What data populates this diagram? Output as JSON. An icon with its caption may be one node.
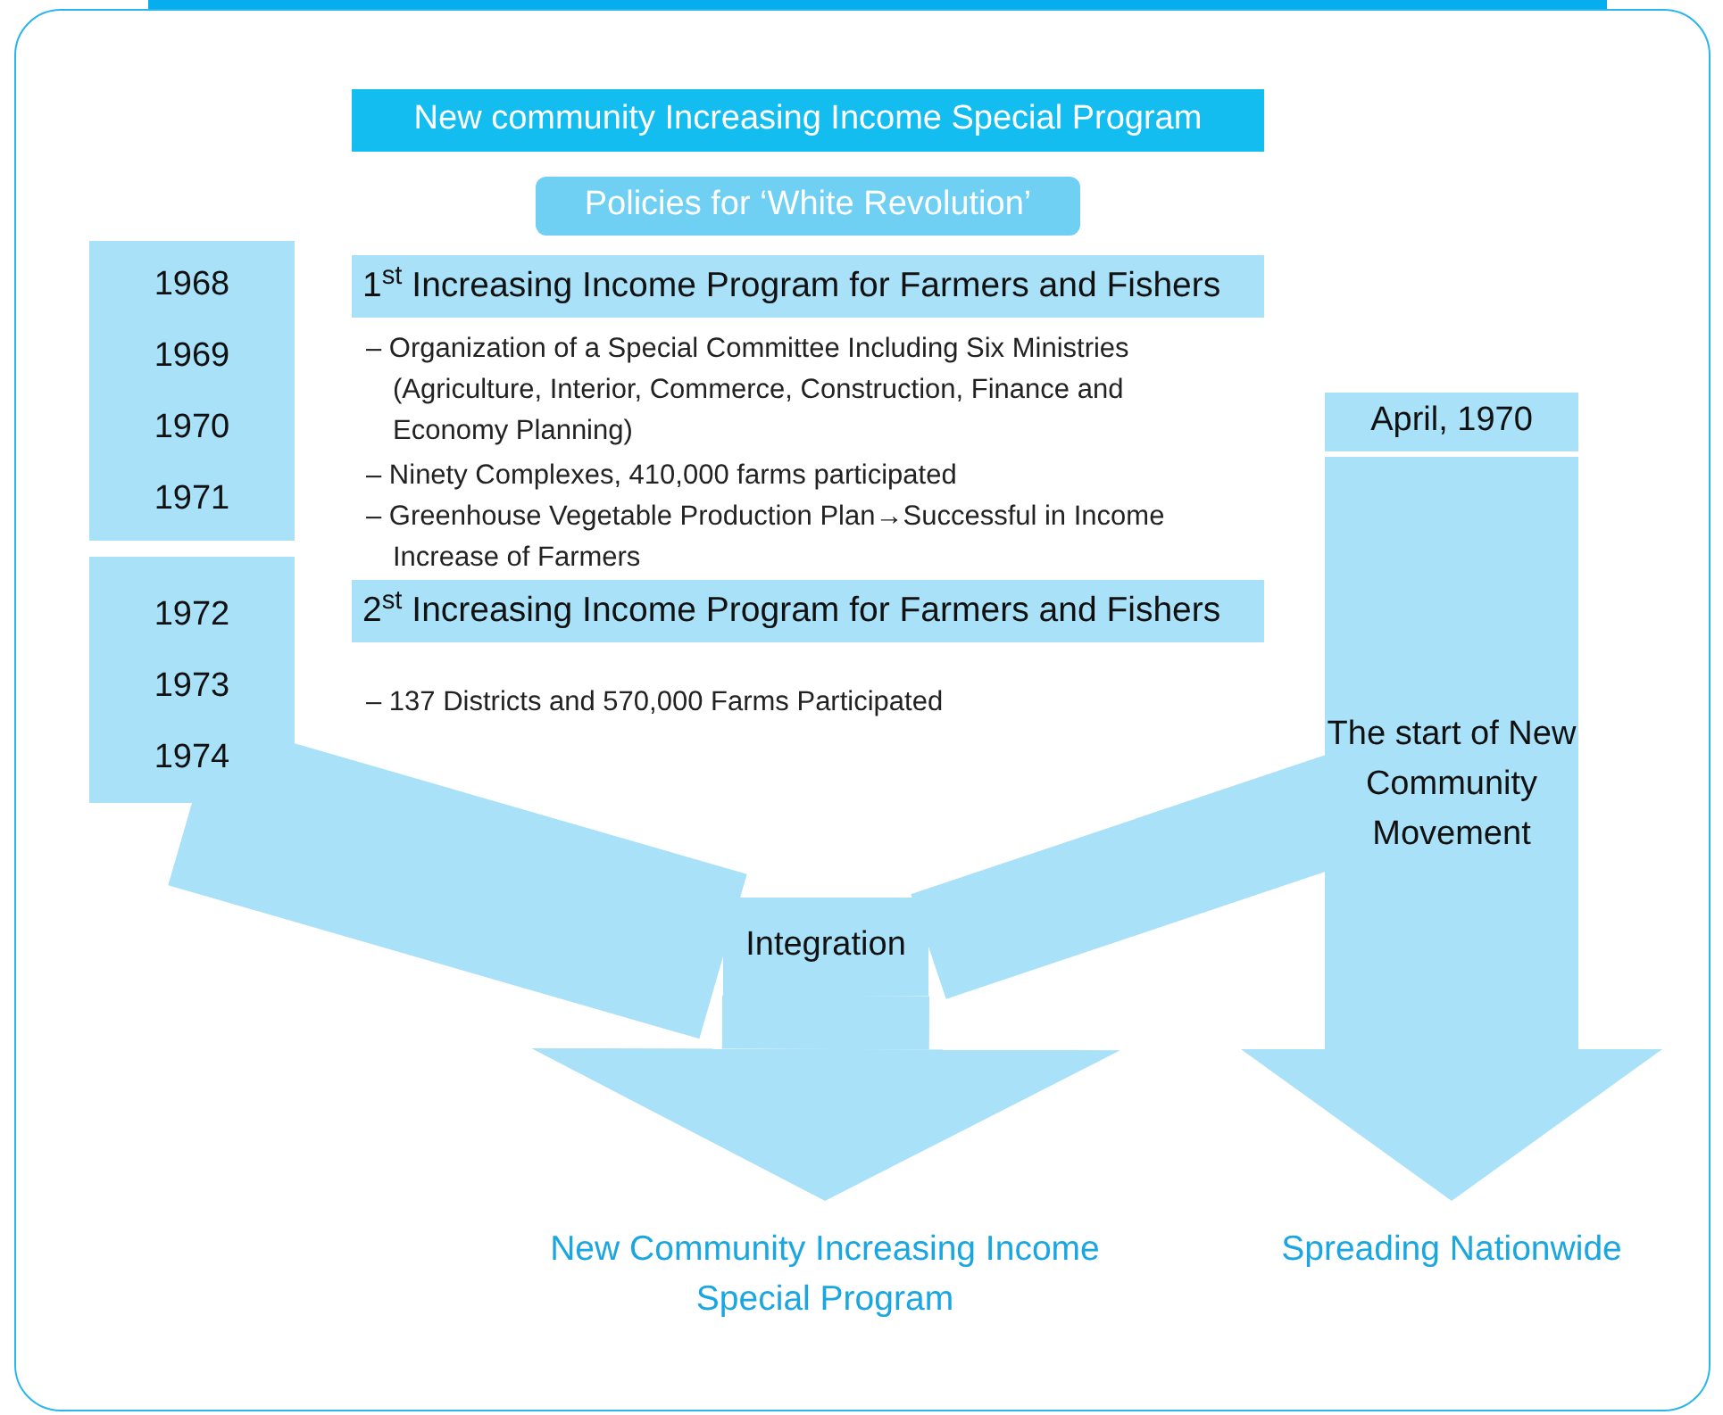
{
  "diagram": {
    "nodes": [
      {
        "text": [
          "New community Increasing Income Special Program"
        ]
      },
      {
        "text": [
          "Policies for ‘White Revolution’"
        ]
      },
      {
        "text": [
          "1968",
          "1969",
          "1970",
          "1971"
        ]
      },
      {
        "text": [
          "1$^{st}$ Increasing Income Program for Farmers and Fishers"
        ]
      },
      {
        "text": [
          "1972",
          "1973",
          "1974"
        ]
      },
      {
        "text": [
          "2$^{st}$ Increasing Income Program for Farmers and Fishers"
        ]
      },
      {
        "text": [
          "April, 1970"
        ]
      },
      {
        "text": [
          "The start of New Community Movement"
        ]
      },
      {
        "text": [
          "Integration"
        ]
      },
      {
        "text": [
          "New Community Increasing Income Special Program"
        ]
      },
      {
        "text": [
          "Spreading Nationwide"
        ]
      }
    ],
    "edges": [
      {
        "from": 4,
        "to": 8,
        "arrow": "none"
      },
      {
        "from": 7,
        "to": 8,
        "arrow": "none"
      },
      {
        "from": 8,
        "to": 9,
        "arrow": "to"
      },
      {
        "from": 7,
        "to": 10,
        "arrow": "to"
      }
    ],
    "labels": [
      "– Organization of a Special Committee Including Six Ministries (Agriculture, Interior, Commerce, Construction, Finance and Economy Planning)",
      "– Ninety Complexes, 410,000 farms participated",
      "– Greenhouse Vegetable Production Plan→Successful in Income Increase of Farmers",
      "– 137 Districts and 570,000 Farms Participated"
    ]
  }
}
